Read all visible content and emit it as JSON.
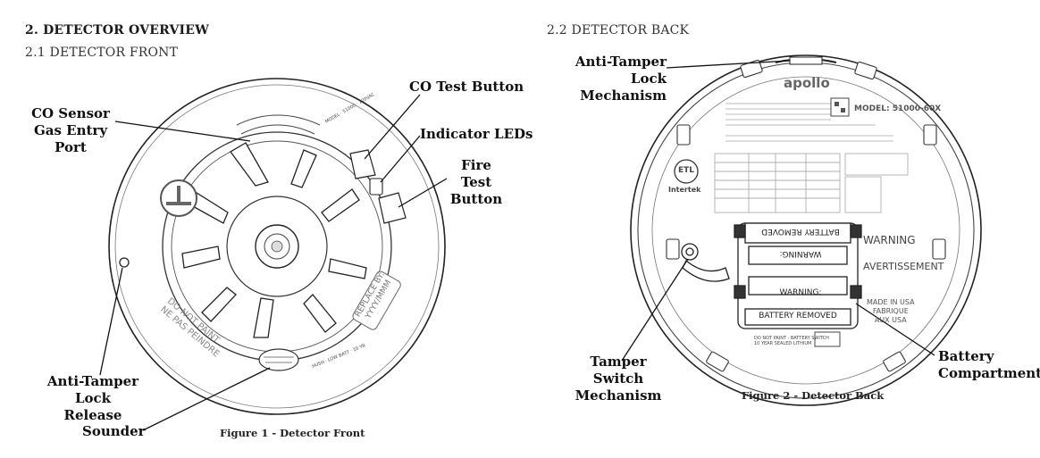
{
  "left": {
    "section_title": "2. DETECTOR OVERVIEW",
    "subsection_title": "2.1 DETECTOR FRONT",
    "callouts": {
      "co_sensor_line1": "CO Sensor",
      "co_sensor_line2": "Gas Entry Port",
      "co_test": "CO Test Button",
      "leds": "Indicator LEDs",
      "fire_test_line1": "Fire Test",
      "fire_test_line2": "Button",
      "tamper_release_line1": "Anti-Tamper Lock",
      "tamper_release_line2": "Release",
      "sounder": "Sounder"
    },
    "device_text": {
      "do_not_paint": "DO NOT PAINT",
      "ne_pas_peindre": "NE PAS PEINDRE",
      "replace_by": "REPLACE BY:",
      "replace_date": "YYYY/MMM"
    },
    "caption": "Figure 1 - Detector Front"
  },
  "right": {
    "subsection_title": "2.2 DETECTOR BACK",
    "callouts": {
      "lock_line1": "Anti-Tamper Lock",
      "lock_line2": "Mechanism",
      "tamper_switch_line1": "Tamper Switch",
      "tamper_switch_line2": "Mechanism",
      "battery_line1": "Battery",
      "battery_line2": "Compartment"
    },
    "device_text": {
      "brand": "apollo",
      "model": "MODEL: 51000-60X",
      "etl": "ETL",
      "intertek": "Intertek",
      "battery_removed": "BATTERY REMOVED",
      "warning": "WARNING:",
      "warning_big": "WARNING",
      "avertissement": "AVERTISSEMENT",
      "made_in": "MADE IN USA",
      "fabrique": "FABRIQUE",
      "aux_usa": "AUX USA"
    },
    "caption": "Figure 2 - Detector Back"
  }
}
